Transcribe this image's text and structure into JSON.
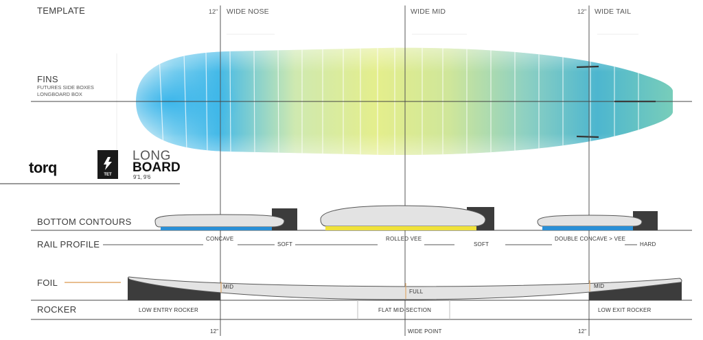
{
  "sections": {
    "template": "TEMPLATE",
    "fins": "FINS",
    "fins_line1": "FUTURES SIDE BOXES",
    "fins_line2": "LONGBOARD BOX",
    "bottom_contours": "BOTTOM  CONTOURS",
    "rail_profile": "RAIL PROFILE",
    "foil": "FOIL",
    "rocker": "ROCKER"
  },
  "header": {
    "nose_inches": "12\"",
    "wide_nose": "WIDE NOSE",
    "wide_mid": "WIDE MID",
    "tail_inches": "12\"",
    "wide_tail": "WIDE TAIL"
  },
  "brand": {
    "torq": "torq",
    "tet": "TET",
    "long": "LONG",
    "board": "BOARD",
    "sizes": "9'1, 9'6"
  },
  "rail": {
    "concave": "CONCAVE",
    "soft1": "SOFT",
    "rolled_vee": "ROLLED VEE",
    "soft2": "SOFT",
    "double_concave": "DOUBLE CONCAVE > VEE",
    "hard": "HARD"
  },
  "foil": {
    "mid1": "MID",
    "full": "FULL",
    "mid2": "MID"
  },
  "rocker": {
    "low_entry": "LOW ENTRY ROCKER",
    "flat_mid": "FLAT MID-SECTION",
    "low_exit": "LOW EXIT ROCKER"
  },
  "footer": {
    "nose_inches": "12\"",
    "wide_point": "WIDE POINT",
    "tail_inches": "12\""
  },
  "colors": {
    "nose_blue": "#3fb8e6",
    "mid_yellow": "#dbe98a",
    "tail_teal": "#4cb3c9",
    "contour_blue": "#2a8fd6",
    "contour_yellow": "#f0e23a",
    "dark_block": "#3c3c3c",
    "foil_tan": "#e0a96a"
  }
}
